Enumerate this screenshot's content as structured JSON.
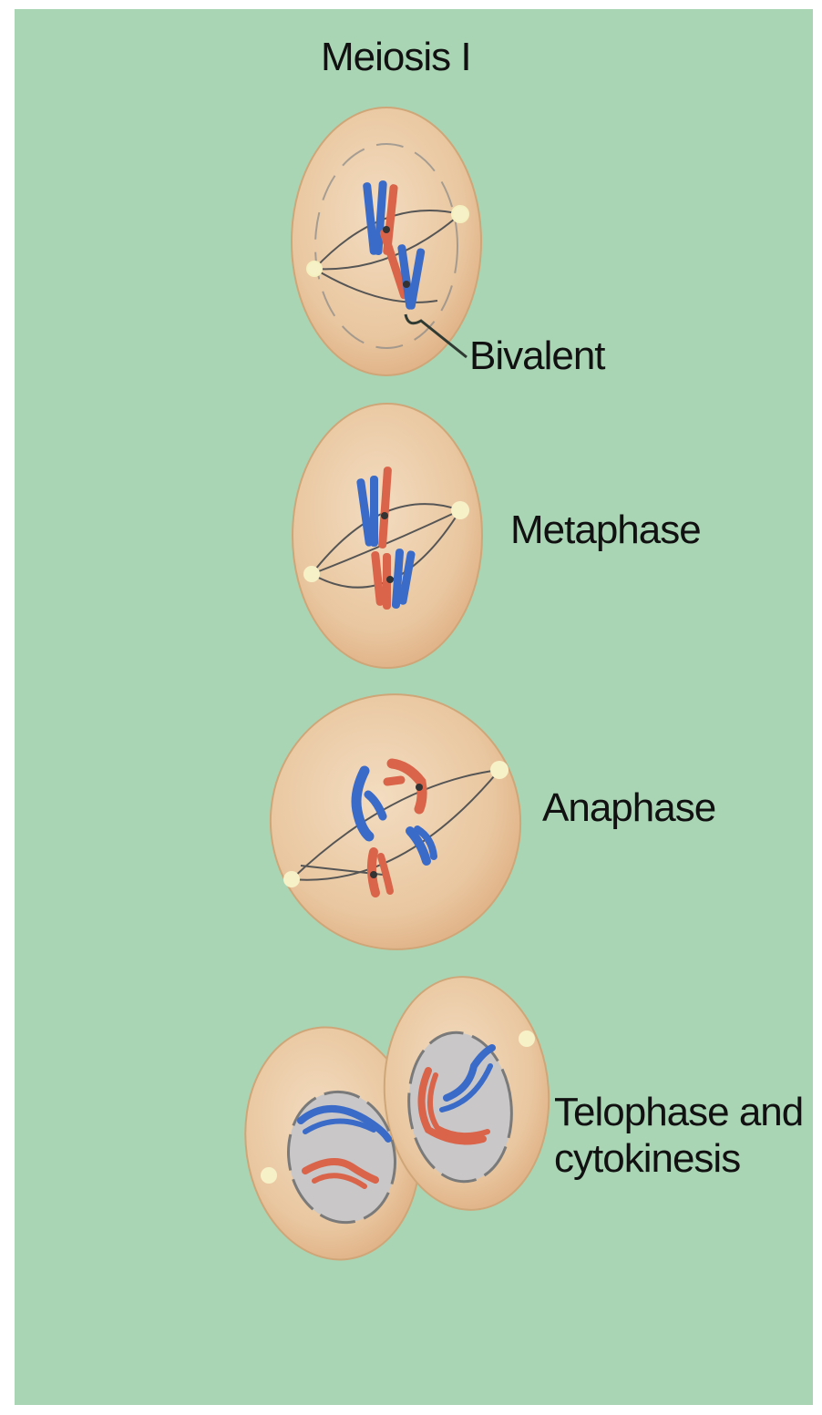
{
  "title": "Meiosis I",
  "stages": [
    {
      "name": "bivalent",
      "label": "Bivalent"
    },
    {
      "name": "metaphase",
      "label": "Metaphase"
    },
    {
      "name": "anaphase",
      "label": "Anaphase"
    },
    {
      "name": "telophase",
      "label_lines": [
        "Telophase and",
        "cytokinesis"
      ]
    }
  ],
  "colors": {
    "background": "#a9d5b5",
    "cell": "#e8c8a0",
    "maternal_chromosome": "#3a6bc8",
    "paternal_chromosome": "#d9644a",
    "spindle": "#555555",
    "nucleus": "#c9c7c8"
  }
}
